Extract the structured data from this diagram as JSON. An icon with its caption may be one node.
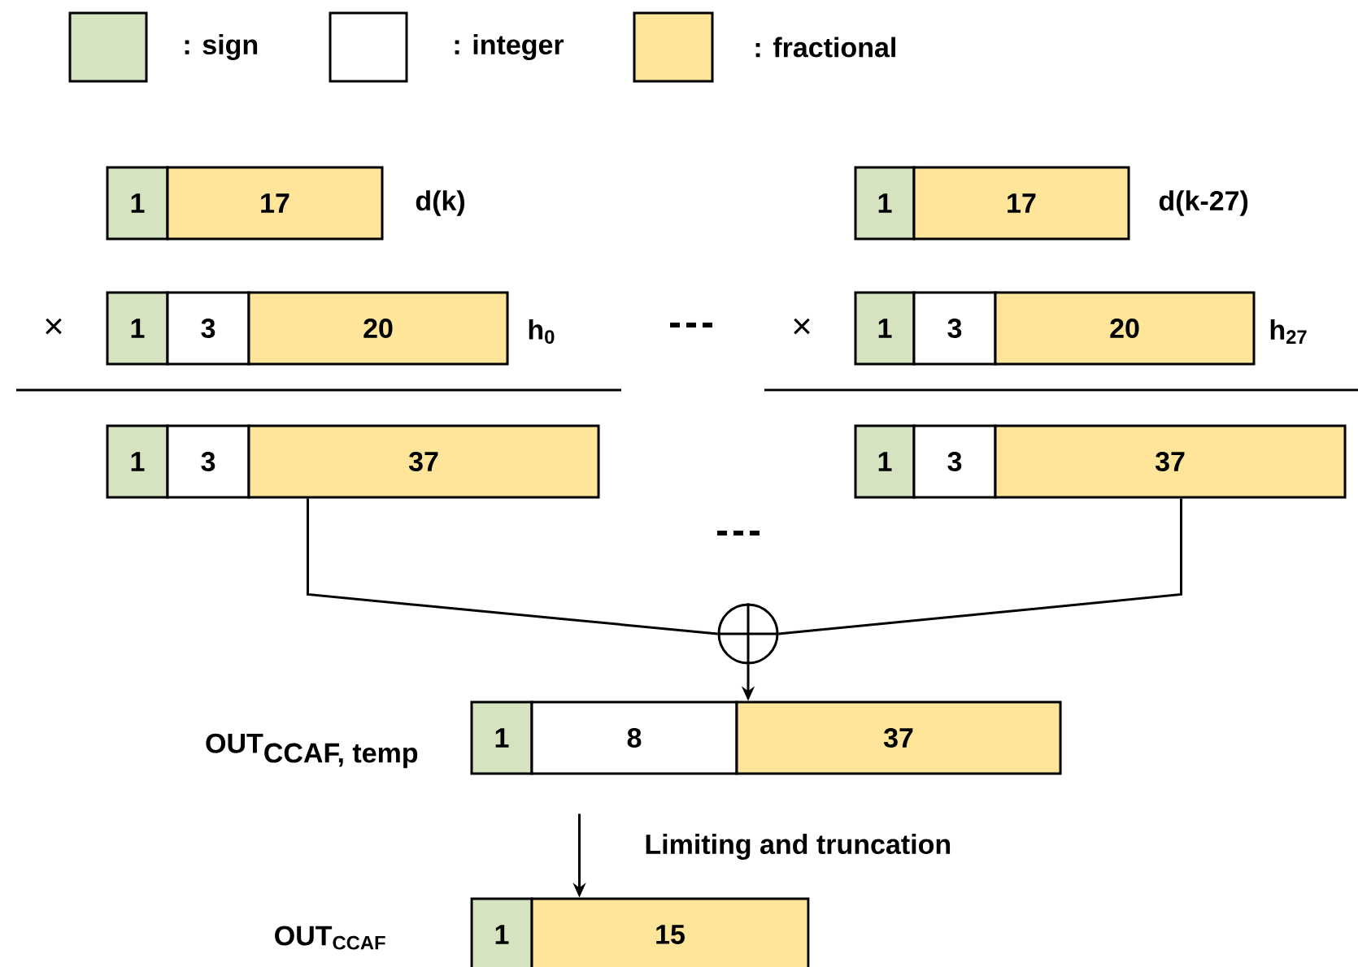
{
  "diagram": {
    "nodes": [
      {
        "text": [
          "1"
        ]
      },
      {
        "text": [
          "17"
        ],
        "beside": [
          "d(k)"
        ]
      },
      {
        "text": [
          "1"
        ]
      },
      {
        "text": [
          "17"
        ],
        "beside": [
          "d(k-27)"
        ]
      },
      {
        "text": [
          "1"
        ]
      },
      {
        "text": [
          "3"
        ]
      },
      {
        "text": [
          "20"
        ],
        "beside": [
          "h$_{0}$"
        ]
      },
      {
        "text": [
          "1"
        ]
      },
      {
        "text": [
          "3"
        ]
      },
      {
        "text": [
          "20"
        ],
        "beside": [
          "h$_{27}$"
        ]
      },
      {
        "text": [
          "1"
        ]
      },
      {
        "text": [
          "3"
        ]
      },
      {
        "text": [
          "37"
        ]
      },
      {
        "text": [
          "1"
        ]
      },
      {
        "text": [
          "3"
        ]
      },
      {
        "text": [
          "37"
        ]
      },
      {
        "text": [],
        "shape": "circle"
      },
      {
        "text": [
          "1"
        ],
        "beside": [
          "\\textbf{OUT}_{\\textbf{CCAF, temp}}"
        ]
      },
      {
        "text": [
          "8"
        ]
      },
      {
        "text": [
          "37"
        ]
      },
      {
        "text": [
          "1"
        ],
        "beside": [
          "OUT$_{CCAF}$"
        ]
      },
      {
        "text": [
          "15"
        ]
      }
    ],
    "edges": [
      {
        "from": 12,
        "to": 16,
        "arrow": "none"
      },
      {
        "from": 15,
        "to": 16,
        "arrow": "none"
      },
      {
        "from": 16,
        "to": 19,
        "arrow": "to"
      },
      {
        "from": 18,
        "to": 21,
        "arrow": "to",
        "label": "Limiting and truncation"
      }
    ],
    "labels": [
      "×",
      "×"
    ],
    "legend": [
      {
        "text": ": sign",
        "color": "#d6e3c1"
      },
      {
        "text": ": integer"
      },
      {
        "text": ": fractional",
        "color": "#ffe599"
      }
    ]
  }
}
